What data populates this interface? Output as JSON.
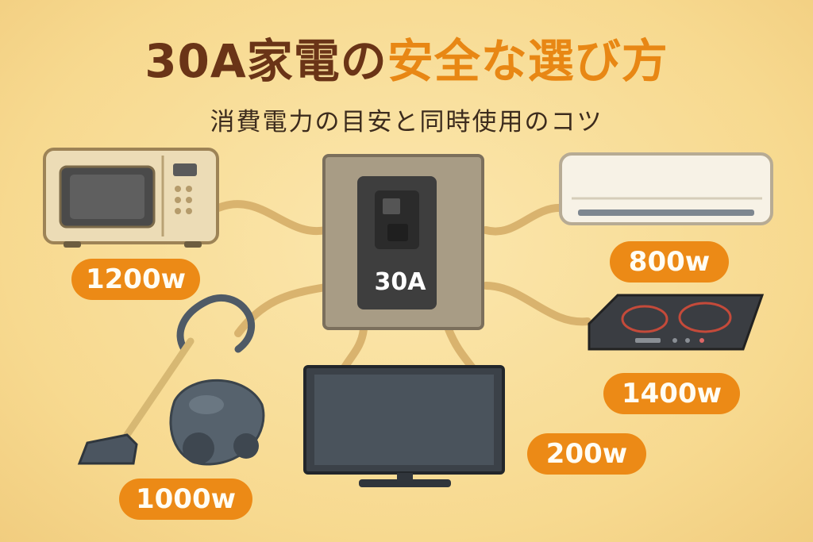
{
  "title": {
    "part1": "30A家電の",
    "part2": "安全な選び方"
  },
  "subtitle": "消費電力の目安と同時使用のコツ",
  "breaker": {
    "label": "30A"
  },
  "appliances": {
    "microwave": {
      "watts": "1200w",
      "icon": "microwave-icon"
    },
    "vacuum": {
      "watts": "1000w",
      "icon": "vacuum-icon"
    },
    "tv": {
      "watts": "200w",
      "icon": "tv-icon"
    },
    "air_conditioner": {
      "watts": "800w",
      "icon": "air-conditioner-icon"
    },
    "induction_cooktop": {
      "watts": "1400w",
      "icon": "induction-cooktop-icon"
    }
  },
  "colors": {
    "accent": "#ec8a16",
    "title_brown": "#6a3417",
    "background": "#f7d98f"
  }
}
